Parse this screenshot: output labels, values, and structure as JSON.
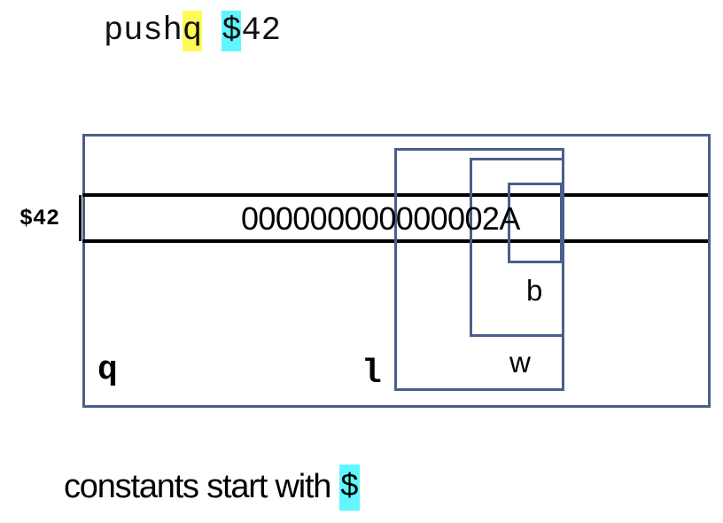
{
  "instruction": {
    "mnemonic_base": "push",
    "suffix": "q",
    "space": " ",
    "dollar": "$",
    "number": "42",
    "suffix_highlight_color": "#fffa57",
    "dollar_highlight_color": "#5ff7fd"
  },
  "diagram": {
    "immediate_label": "$42",
    "hex_value": "000000000000002A",
    "size_labels": {
      "b": "b",
      "w": "w",
      "l": "l",
      "q": "q"
    },
    "box_color": "#4a5f8a"
  },
  "caption": {
    "text": "constants start with ",
    "dollar": "$",
    "dollar_highlight_color": "#5ff7fd"
  }
}
